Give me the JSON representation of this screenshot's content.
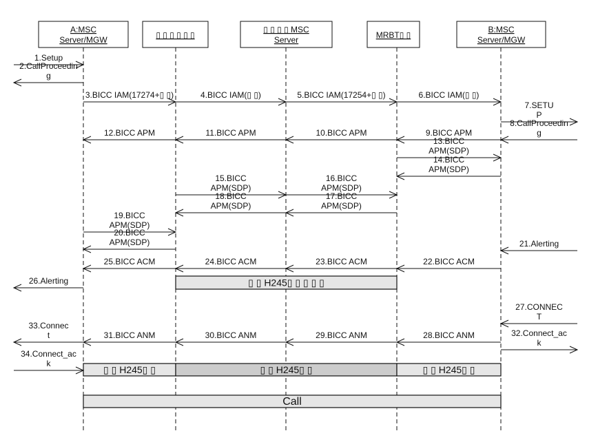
{
  "participants": [
    {
      "id": "A",
      "lines": [
        "A:MSC",
        "Server/MGW"
      ]
    },
    {
      "id": "P2",
      "lines": [
        "▯ ▯ ▯ ▯ ▯ ▯"
      ]
    },
    {
      "id": "P3",
      "lines": [
        "▯ ▯ ▯ ▯ MSC",
        "Server"
      ]
    },
    {
      "id": "MRBT",
      "lines": [
        "MRBT▯ ▯"
      ]
    },
    {
      "id": "B",
      "lines": [
        "B:MSC",
        "Server/MGW"
      ]
    }
  ],
  "messages": [
    {
      "label": [
        "1.Setup"
      ],
      "from": "L",
      "to": "A"
    },
    {
      "label": [
        "2.CallProceedin",
        "g"
      ],
      "from": "A",
      "to": "L"
    },
    {
      "label": [
        "3.BICC IAM(17274+▯ ▯)"
      ],
      "from": "A",
      "to": "P2"
    },
    {
      "label": [
        "4.BICC IAM(▯ ▯)"
      ],
      "from": "P2",
      "to": "P3"
    },
    {
      "label": [
        "5.BICC IAM(17254+▯ ▯)"
      ],
      "from": "P3",
      "to": "MRBT"
    },
    {
      "label": [
        "6.BICC IAM(▯ ▯)"
      ],
      "from": "MRBT",
      "to": "B"
    },
    {
      "label": [
        "7.SETU",
        "P"
      ],
      "from": "B",
      "to": "R"
    },
    {
      "label": [
        "8.CallProceedin",
        "g"
      ],
      "from": "R",
      "to": "B"
    },
    {
      "label": [
        "9.BICC APM"
      ],
      "from": "B",
      "to": "MRBT"
    },
    {
      "label": [
        "10.BICC APM"
      ],
      "from": "MRBT",
      "to": "P3"
    },
    {
      "label": [
        "11.BICC APM"
      ],
      "from": "P3",
      "to": "P2"
    },
    {
      "label": [
        "12.BICC APM"
      ],
      "from": "P2",
      "to": "A"
    },
    {
      "label": [
        "13.BICC",
        "APM(SDP)"
      ],
      "from": "MRBT",
      "to": "B"
    },
    {
      "label": [
        "14.BICC",
        "APM(SDP)"
      ],
      "from": "B",
      "to": "MRBT"
    },
    {
      "label": [
        "15.BICC",
        "APM(SDP)"
      ],
      "from": "P2",
      "to": "P3"
    },
    {
      "label": [
        "16.BICC",
        "APM(SDP)"
      ],
      "from": "P3",
      "to": "MRBT"
    },
    {
      "label": [
        "17.BICC",
        "APM(SDP)"
      ],
      "from": "MRBT",
      "to": "P3"
    },
    {
      "label": [
        "18.BICC",
        "APM(SDP)"
      ],
      "from": "P3",
      "to": "P2"
    },
    {
      "label": [
        "19.BICC",
        "APM(SDP)"
      ],
      "from": "A",
      "to": "P2"
    },
    {
      "label": [
        "20.BICC",
        "APM(SDP)"
      ],
      "from": "P2",
      "to": "A"
    },
    {
      "label": [
        "21.Alerting"
      ],
      "from": "R",
      "to": "B"
    },
    {
      "label": [
        "22.BICC ACM"
      ],
      "from": "B",
      "to": "MRBT"
    },
    {
      "label": [
        "23.BICC ACM"
      ],
      "from": "MRBT",
      "to": "P3"
    },
    {
      "label": [
        "24.BICC ACM"
      ],
      "from": "P3",
      "to": "P2"
    },
    {
      "label": [
        "25.BICC ACM"
      ],
      "from": "P2",
      "to": "A"
    },
    {
      "label": [
        "26.Alerting"
      ],
      "from": "A",
      "to": "L"
    },
    {
      "label": [
        "27.CONNEC",
        "T"
      ],
      "from": "R",
      "to": "B"
    },
    {
      "label": [
        "28.BICC ANM"
      ],
      "from": "B",
      "to": "MRBT"
    },
    {
      "label": [
        "29.BICC ANM"
      ],
      "from": "MRBT",
      "to": "P3"
    },
    {
      "label": [
        "30.BICC ANM"
      ],
      "from": "P3",
      "to": "P2"
    },
    {
      "label": [
        "31.BICC ANM"
      ],
      "from": "P2",
      "to": "A"
    },
    {
      "label": [
        "32.Connect_ac",
        "k"
      ],
      "from": "B",
      "to": "R"
    },
    {
      "label": [
        "33.Connec",
        "t"
      ],
      "from": "A",
      "to": "L"
    },
    {
      "label": [
        "34.Connect_ac",
        "k"
      ],
      "from": "L",
      "to": "A"
    }
  ],
  "bars": [
    {
      "label": "▯ ▯ H245▯ ▯ ▯ ▯ ▯",
      "from": "P2",
      "to": "MRBT",
      "fill": "#e6e6e6"
    },
    {
      "label": "▯ ▯ H245▯ ▯",
      "from": "A",
      "to": "P2",
      "fill": "#e6e6e6"
    },
    {
      "label": "▯ ▯ H245▯ ▯",
      "from": "P2",
      "to": "MRBT",
      "fill": "#cccccc"
    },
    {
      "label": "▯ ▯ H245▯ ▯",
      "from": "MRBT",
      "to": "B",
      "fill": "#e6e6e6"
    },
    {
      "label": "Call",
      "from": "A",
      "to": "B",
      "fill": "#e6e6e6"
    }
  ],
  "colors": {
    "line": "#111111",
    "text": "#111111",
    "bar_light": "#e6e6e6",
    "bar_dark": "#cccccc"
  }
}
